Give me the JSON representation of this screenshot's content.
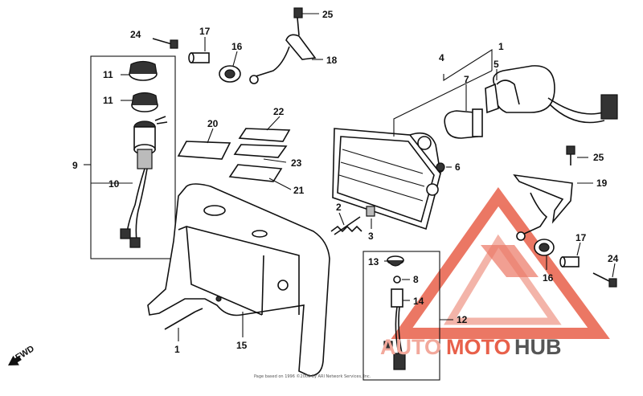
{
  "diagram": {
    "orientation_label": "FWD",
    "copyright_text": "Page based on 1996 ©2006 by ARI Network Services, Inc.",
    "callouts": [
      {
        "id": "c1",
        "text": "1"
      },
      {
        "id": "c1b",
        "text": "1"
      },
      {
        "id": "c2",
        "text": "2"
      },
      {
        "id": "c3",
        "text": "3"
      },
      {
        "id": "c4",
        "text": "4"
      },
      {
        "id": "c5",
        "text": "5"
      },
      {
        "id": "c6",
        "text": "6"
      },
      {
        "id": "c7",
        "text": "7"
      },
      {
        "id": "c8",
        "text": "8"
      },
      {
        "id": "c9",
        "text": "9"
      },
      {
        "id": "c10",
        "text": "10"
      },
      {
        "id": "c11a",
        "text": "11"
      },
      {
        "id": "c11b",
        "text": "11"
      },
      {
        "id": "c12",
        "text": "12"
      },
      {
        "id": "c13",
        "text": "13"
      },
      {
        "id": "c14",
        "text": "14"
      },
      {
        "id": "c15",
        "text": "15"
      },
      {
        "id": "c16a",
        "text": "16"
      },
      {
        "id": "c16b",
        "text": "16"
      },
      {
        "id": "c17a",
        "text": "17"
      },
      {
        "id": "c17b",
        "text": "17"
      },
      {
        "id": "c18",
        "text": "18"
      },
      {
        "id": "c19",
        "text": "19"
      },
      {
        "id": "c20",
        "text": "20"
      },
      {
        "id": "c21",
        "text": "21"
      },
      {
        "id": "c22",
        "text": "22"
      },
      {
        "id": "c23",
        "text": "23"
      },
      {
        "id": "c24a",
        "text": "24"
      },
      {
        "id": "c24b",
        "text": "24"
      },
      {
        "id": "c25a",
        "text": "25"
      },
      {
        "id": "c25b",
        "text": "25"
      }
    ]
  },
  "watermark": {
    "part1": "AUTO",
    "part2": "MOTO",
    "part3": "HUB",
    "colors": {
      "light": "#f2a89b",
      "accent": "#e8604a",
      "dark": "#555555"
    }
  }
}
